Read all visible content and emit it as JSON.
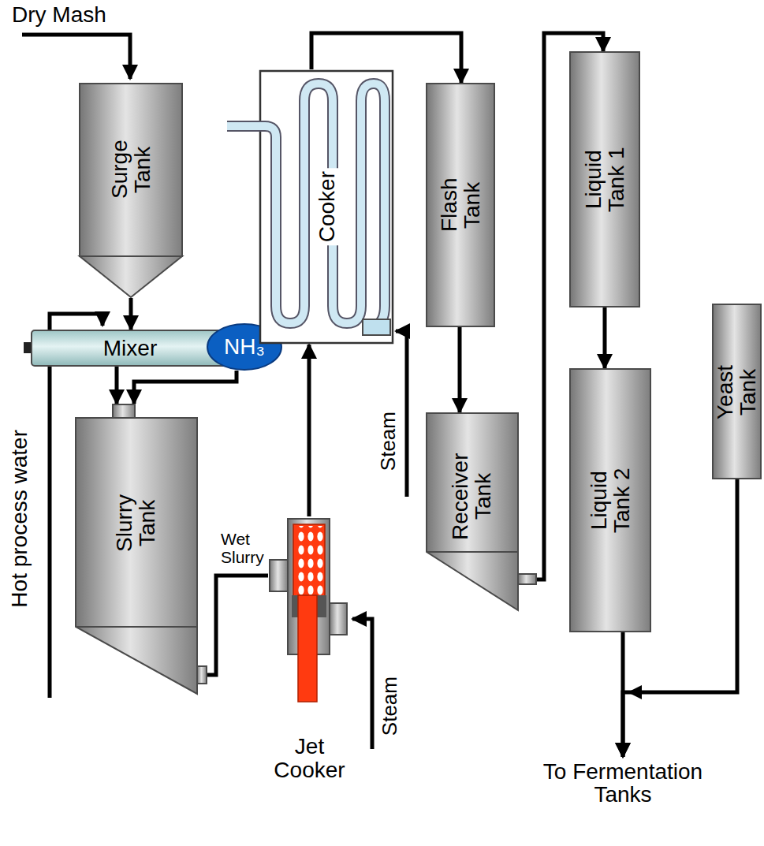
{
  "diagram": {
    "nodes": [
      {
        "text": [
          "Surge Tank"
        ]
      },
      {
        "text": [
          "Mixer"
        ]
      },
      {
        "text": [
          "NH₃"
        ]
      },
      {
        "text": [
          "Slurry Tank"
        ]
      },
      {
        "text": [
          "Jet Cooker"
        ]
      },
      {
        "text": [
          "Cooker"
        ]
      },
      {
        "text": [
          "Flash Tank"
        ]
      },
      {
        "text": [
          "Receiver Tank"
        ]
      },
      {
        "text": [
          "Liquid Tank 1"
        ]
      },
      {
        "text": [
          "Liquid Tank 2"
        ]
      },
      {
        "text": [
          "Yeast Tank"
        ]
      },
      {
        "text": [
          "To Fermentation Tanks"
        ]
      }
    ],
    "edges": [
      {
        "from": 0,
        "to": 1,
        "arrow": "to"
      },
      {
        "from": 1,
        "to": 3,
        "arrow": "to"
      },
      {
        "from": 2,
        "to": 3,
        "arrow": "to"
      },
      {
        "from": 3,
        "to": 4,
        "arrow": "none"
      },
      {
        "from": 4,
        "to": 5,
        "arrow": "to"
      },
      {
        "from": 5,
        "to": 6,
        "arrow": "to"
      },
      {
        "from": 6,
        "to": 7,
        "arrow": "to"
      },
      {
        "from": 7,
        "to": 8,
        "arrow": "to"
      },
      {
        "from": 8,
        "to": 9,
        "arrow": "to"
      },
      {
        "from": 9,
        "to": 11,
        "arrow": "to"
      },
      {
        "from": 10,
        "to": 11,
        "arrow": "to"
      }
    ],
    "labels": [
      "Dry Mash",
      "Hot process water",
      "Wet Slurry",
      "Steam",
      "Steam"
    ]
  }
}
